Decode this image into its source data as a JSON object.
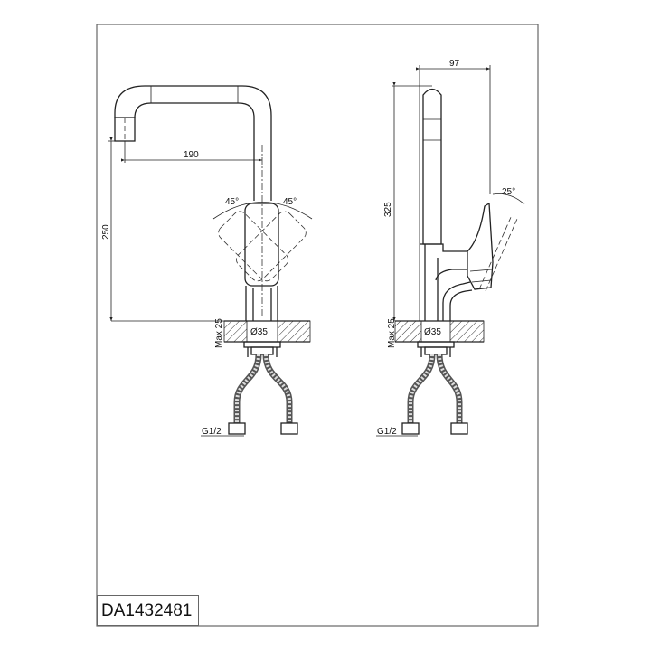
{
  "drawing": {
    "model_code": "DA1432481",
    "front_view": {
      "reach_label": "190",
      "height_label": "250",
      "angle_left_label": "45°",
      "angle_right_label": "45°",
      "max_thickness_label": "Max 25",
      "hole_label": "Ø35",
      "connection_label": "G1/2"
    },
    "side_view": {
      "depth_label": "97",
      "total_height_label": "325",
      "lever_angle_label": "25°",
      "max_thickness_label": "Max 25",
      "hole_label": "Ø35",
      "connection_label": "G1/2"
    }
  }
}
